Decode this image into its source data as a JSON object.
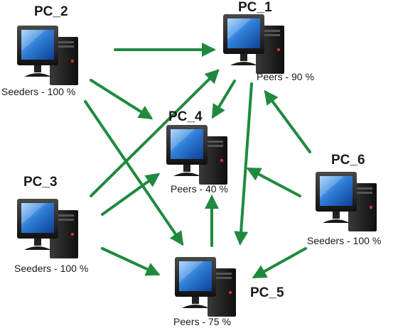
{
  "nodes": {
    "pc1": {
      "name": "PC_1",
      "status": "Peers - 90 %"
    },
    "pc2": {
      "name": "PC_2",
      "status": "Seeders - 100 %"
    },
    "pc3": {
      "name": "PC_3",
      "status": "Seeders - 100 %"
    },
    "pc4": {
      "name": "PC_4",
      "status": "Peers - 40 %"
    },
    "pc5": {
      "name": "PC_5",
      "status": "Peers - 75 %"
    },
    "pc6": {
      "name": "PC_6",
      "status": "Seeders - 100 %"
    }
  },
  "edges": [
    {
      "from": "PC_2",
      "to": "PC_1"
    },
    {
      "from": "PC_2",
      "to": "PC_4"
    },
    {
      "from": "PC_2",
      "to": "PC_5"
    },
    {
      "from": "PC_3",
      "to": "PC_1"
    },
    {
      "from": "PC_3",
      "to": "PC_4"
    },
    {
      "from": "PC_3",
      "to": "PC_5"
    },
    {
      "from": "PC_1",
      "to": "PC_4"
    },
    {
      "from": "PC_1",
      "to": "PC_5"
    },
    {
      "from": "PC_6",
      "to": "PC_1"
    },
    {
      "from": "PC_6",
      "to": "PC_4"
    },
    {
      "from": "PC_6",
      "to": "PC_5"
    },
    {
      "from": "PC_5",
      "to": "PC_4"
    }
  ],
  "colors": {
    "arrow": "#1f8a3e",
    "monitor_screen": "#2f7fd8",
    "tower": "#1c1c1c",
    "led": "#d62a2a"
  }
}
